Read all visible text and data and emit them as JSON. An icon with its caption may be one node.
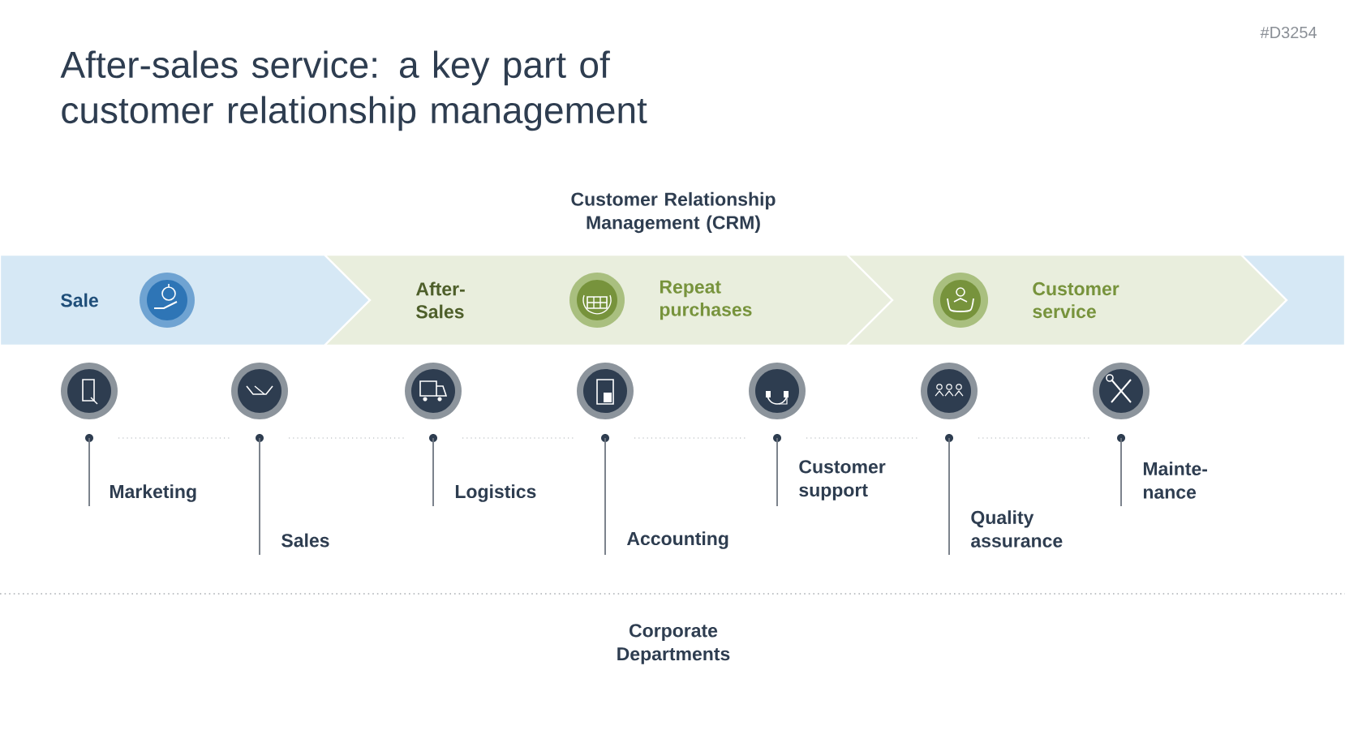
{
  "diagram": {
    "title": "After-sales service: a key part of customer relationship management",
    "nodes": [
      {
        "text": [
          "Sale"
        ]
      },
      {
        "text": [
          "After- Sales",
          "Repeat purchases"
        ]
      },
      {
        "text": [
          "Customer service"
        ]
      },
      {
        "text": [],
        "shape": "chevron"
      }
    ],
    "labels": [
      "#D3254",
      "Customer Relationship Management (CRM)",
      "Marketing",
      "Sales",
      "Logistics",
      "Accounting",
      "Customer support",
      "Quality assurance",
      "Mainte- nance",
      "Corporate Departments"
    ]
  }
}
